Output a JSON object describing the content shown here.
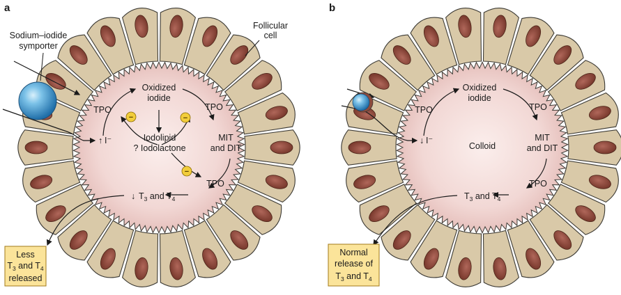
{
  "panels": [
    {
      "letter": "a",
      "labels": {
        "symporter_line1": "Sodium–iodide",
        "symporter_line2": "symporter",
        "follicular_line1": "Follicular",
        "follicular_line2": "cell",
        "oxidized_line1": "Oxidized",
        "oxidized_line2": "iodide",
        "tpo_left": "TPO",
        "tpo_right": "TPO",
        "tpo_bottom": "TPO",
        "iodolipid_line1": "Iodolipid",
        "iodolipid_line2": "? Iodolactone",
        "mit_line1": "MIT",
        "mit_line2": "and DIT",
        "iodide_arrow": "↑",
        "iodide": "I⁻",
        "t3t4_arrow": "↓",
        "t3t4_T": "T",
        "t3t4_sub3": "3",
        "t3t4_and": " and T",
        "t3t4_sub4": "4",
        "inhibit_symbol": "−"
      },
      "box": {
        "line1": "Less",
        "line2_T": "T",
        "line2_sub3": "3",
        "line2_and": " and T",
        "line2_sub4": "4",
        "line3": "released"
      }
    },
    {
      "letter": "b",
      "labels": {
        "oxidized_line1": "Oxidized",
        "oxidized_line2": "iodide",
        "tpo_left": "TPO",
        "tpo_right": "TPO",
        "tpo_bottom": "TPO",
        "colloid": "Colloid",
        "mit_line1": "MIT",
        "mit_line2": "and DIT",
        "iodide_arrow": "↓",
        "iodide": "I⁻",
        "t3t4_T": "T",
        "t3t4_sub3": "3",
        "t3t4_and": " and T",
        "t3t4_sub4": "4"
      },
      "box": {
        "line1": "Normal",
        "line2": "release of",
        "line3_T": "T",
        "line3_sub3": "3",
        "line3_and": " and T",
        "line3_sub4": "4"
      }
    }
  ],
  "colors": {
    "cell_fill": "#d9c9a8",
    "cell_stroke": "#3c3a34",
    "nucleus": "#8c4a3c",
    "colloid_center": "#f8e6e4",
    "colloid_edge": "#e9c6c3",
    "symporter": "#3a8fc9",
    "box_fill": "#fbe49a",
    "inhibit_fill": "#f2cd3b"
  }
}
